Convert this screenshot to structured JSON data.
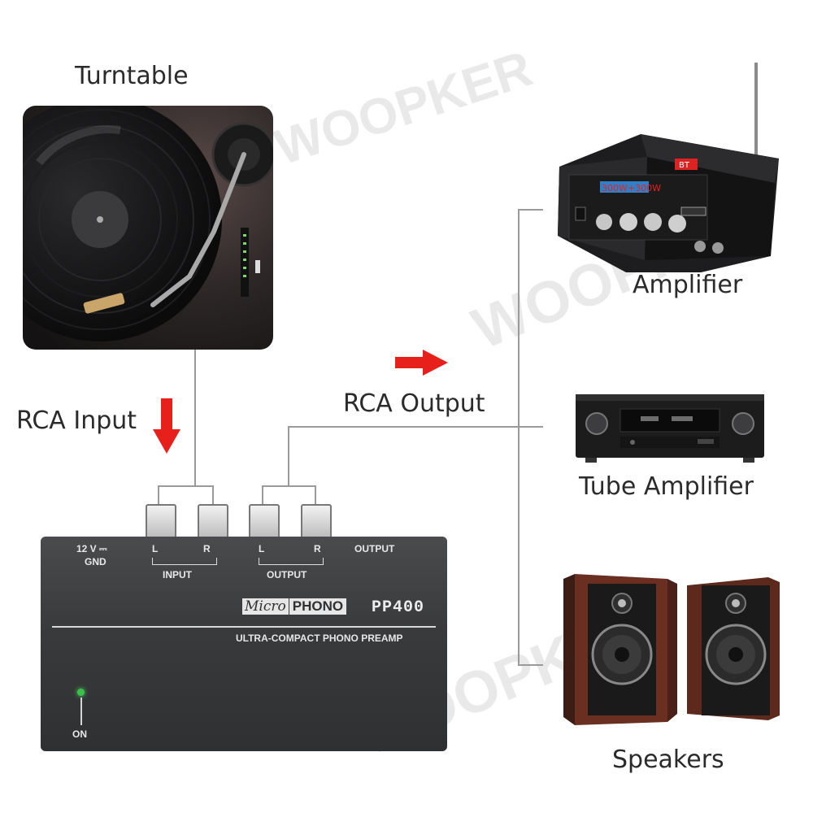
{
  "labels": {
    "turntable": "Turntable",
    "amplifier": "Amplifier",
    "tube_amplifier": "Tube Amplifier",
    "speakers": "Speakers",
    "rca_input": "RCA Input",
    "rca_output": "RCA Output"
  },
  "watermarks": [
    "WOOPKER",
    "WOOPKER",
    "WOOPKER"
  ],
  "preamp": {
    "power_label": "12 V",
    "power_symbol": "⎓",
    "gnd_label": "GND",
    "input_l": "L",
    "input_r": "R",
    "input_label": "INPUT",
    "output_l": "L",
    "output_r": "R",
    "output_label": "OUTPUT",
    "output_side_label": "OUTPUT",
    "brand_script": "Micro",
    "brand_main": "PHONO",
    "model": "PP400",
    "subtitle": "ULTRA-COMPACT PHONO PREAMP",
    "on_label": "ON"
  },
  "amplifier_panel": {
    "face_text": "300W+300W",
    "bt_text": "BT"
  },
  "colors": {
    "arrow": "#e8201c",
    "line": "#9a9a9a",
    "preamp_body": "#3a3b3d",
    "led": "#38c24a"
  }
}
